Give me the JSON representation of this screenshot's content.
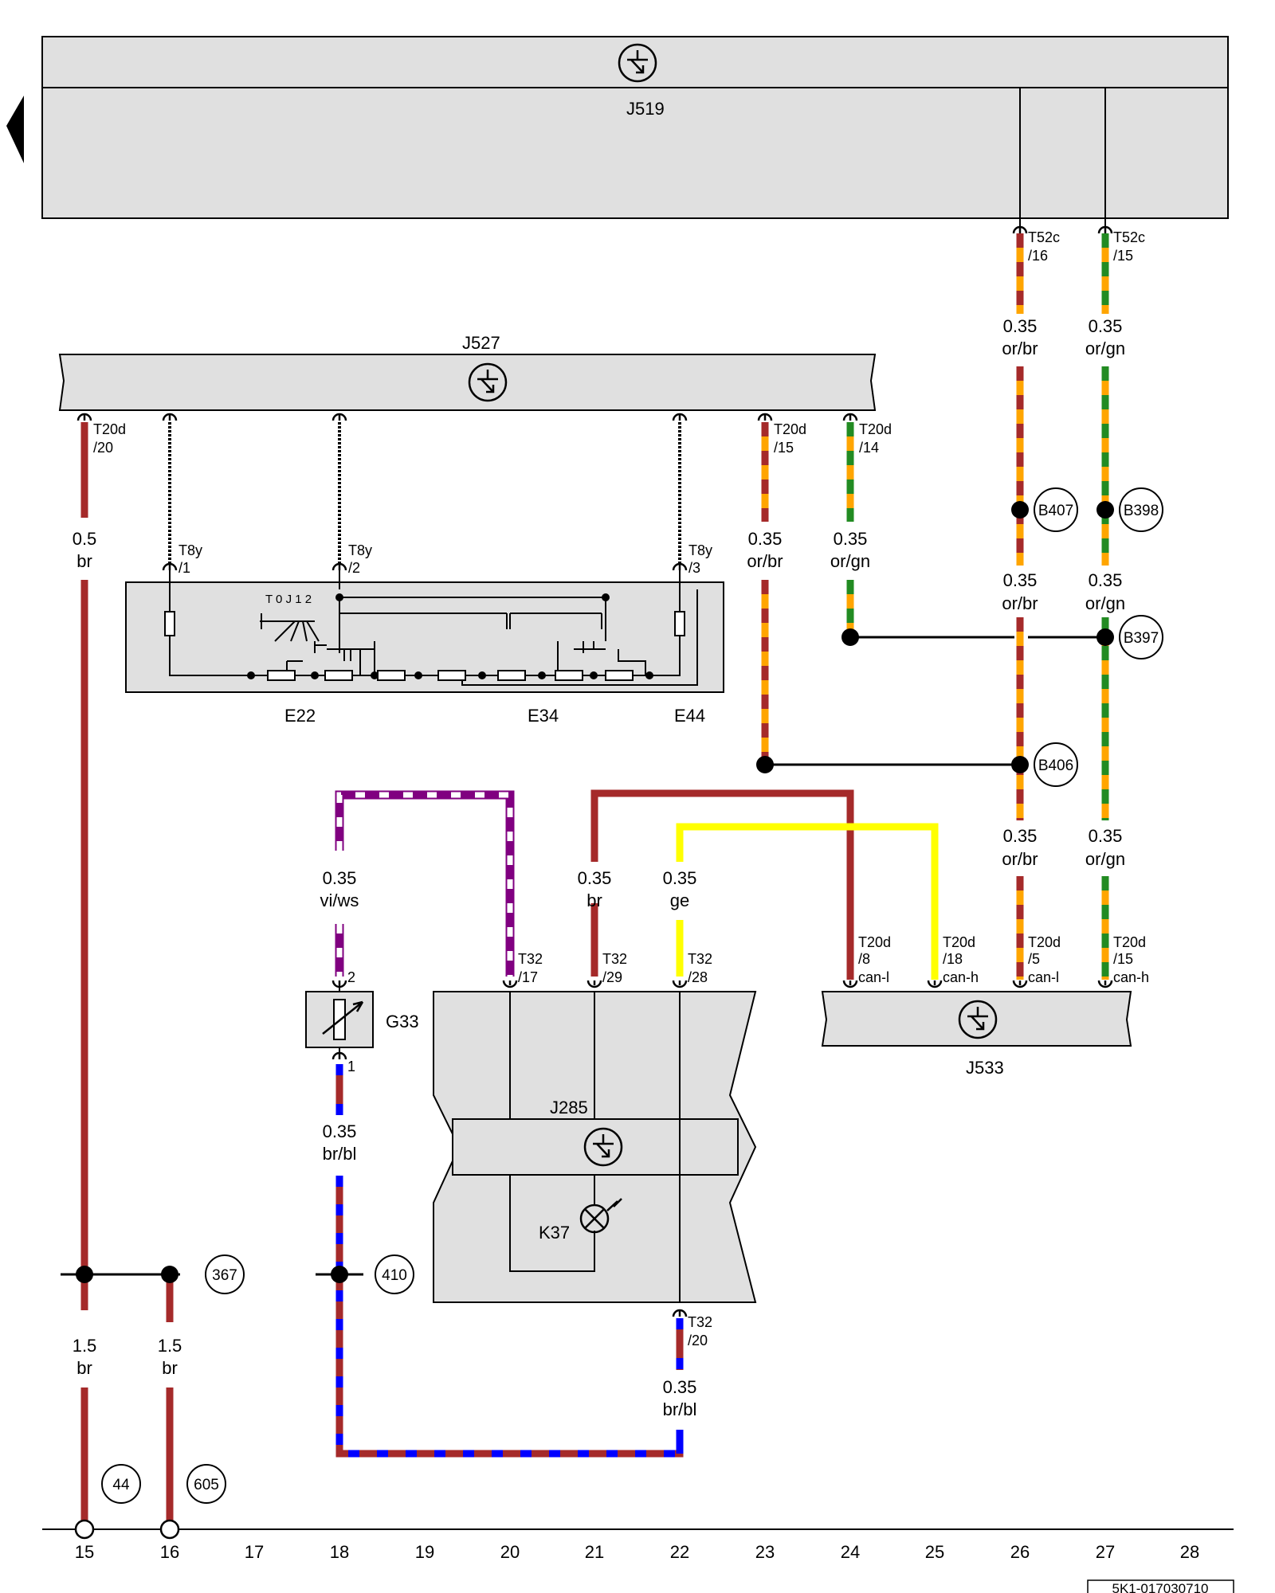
{
  "modules": {
    "j519": "J519",
    "j527": "J527",
    "j533": "J533",
    "j285": "J285",
    "e22": "E22",
    "e34": "E34",
    "e44": "E44",
    "g33": "G33",
    "k37": "K37",
    "e22_text": "T 0 J 1 2"
  },
  "pins": {
    "t52c16_a": "T52c",
    "t52c16_b": "/16",
    "t52c15_a": "T52c",
    "t52c15_b": "/15",
    "t20d20_a": "T20d",
    "t20d20_b": "/20",
    "t20d15_a": "T20d",
    "t20d15_b": "/15",
    "t20d14_a": "T20d",
    "t20d14_b": "/14",
    "t8y1_a": "T8y",
    "t8y1_b": "/1",
    "t8y2_a": "T8y",
    "t8y2_b": "/2",
    "t8y3_a": "T8y",
    "t8y3_b": "/3",
    "t32_17_a": "T32",
    "t32_17_b": "/17",
    "t32_29_a": "T32",
    "t32_29_b": "/29",
    "t32_28_a": "T32",
    "t32_28_b": "/28",
    "t32_20_a": "T32",
    "t32_20_b": "/20",
    "t20d8_a": "T20d",
    "t20d8_b": "/8",
    "t20d8_c": "can-l",
    "t20d18_a": "T20d",
    "t20d18_b": "/18",
    "t20d18_c": "can-h",
    "t20d5_a": "T20d",
    "t20d5_b": "/5",
    "t20d5_c": "can-l",
    "t20d15b_a": "T20d",
    "t20d15b_b": "/15",
    "t20d15b_c": "can-h",
    "g33_p2": "2",
    "g33_p1": "1"
  },
  "wires": {
    "w1_s": "0.35",
    "w1_c": "or/br",
    "w2_s": "0.35",
    "w2_c": "or/gn",
    "w3_s": "0.5",
    "w3_c": "br",
    "w4_s": "0.35",
    "w4_c": "or/br",
    "w5_s": "0.35",
    "w5_c": "or/gn",
    "w6_s": "0.35",
    "w6_c": "or/br",
    "w7_s": "0.35",
    "w7_c": "or/gn",
    "w8_s": "0.35",
    "w8_c": "vi/ws",
    "w9_s": "0.35",
    "w9_c": "br",
    "w10_s": "0.35",
    "w10_c": "ge",
    "w11_s": "0.35",
    "w11_c": "or/br",
    "w12_s": "0.35",
    "w12_c": "or/gn",
    "w13_s": "0.35",
    "w13_c": "br/bl",
    "w14_s": "1.5",
    "w14_c": "br",
    "w15_s": "1.5",
    "w15_c": "br",
    "w16_s": "0.35",
    "w16_c": "br/bl"
  },
  "refs": {
    "b407": "B407",
    "b398": "B398",
    "b397": "B397",
    "b406": "B406",
    "r367": "367",
    "r410": "410",
    "r44": "44",
    "r605": "605"
  },
  "columns": [
    "15",
    "16",
    "17",
    "18",
    "19",
    "20",
    "21",
    "22",
    "23",
    "24",
    "25",
    "26",
    "27",
    "28"
  ],
  "doc_id": "5K1-017030710",
  "colors": {
    "brown": "#a52a2a",
    "orange": "#ffa500",
    "green": "#228b22",
    "yellow": "#ffff00",
    "violet": "#800080",
    "blue": "#0000ff",
    "module_fill": "#e0e0e0"
  }
}
